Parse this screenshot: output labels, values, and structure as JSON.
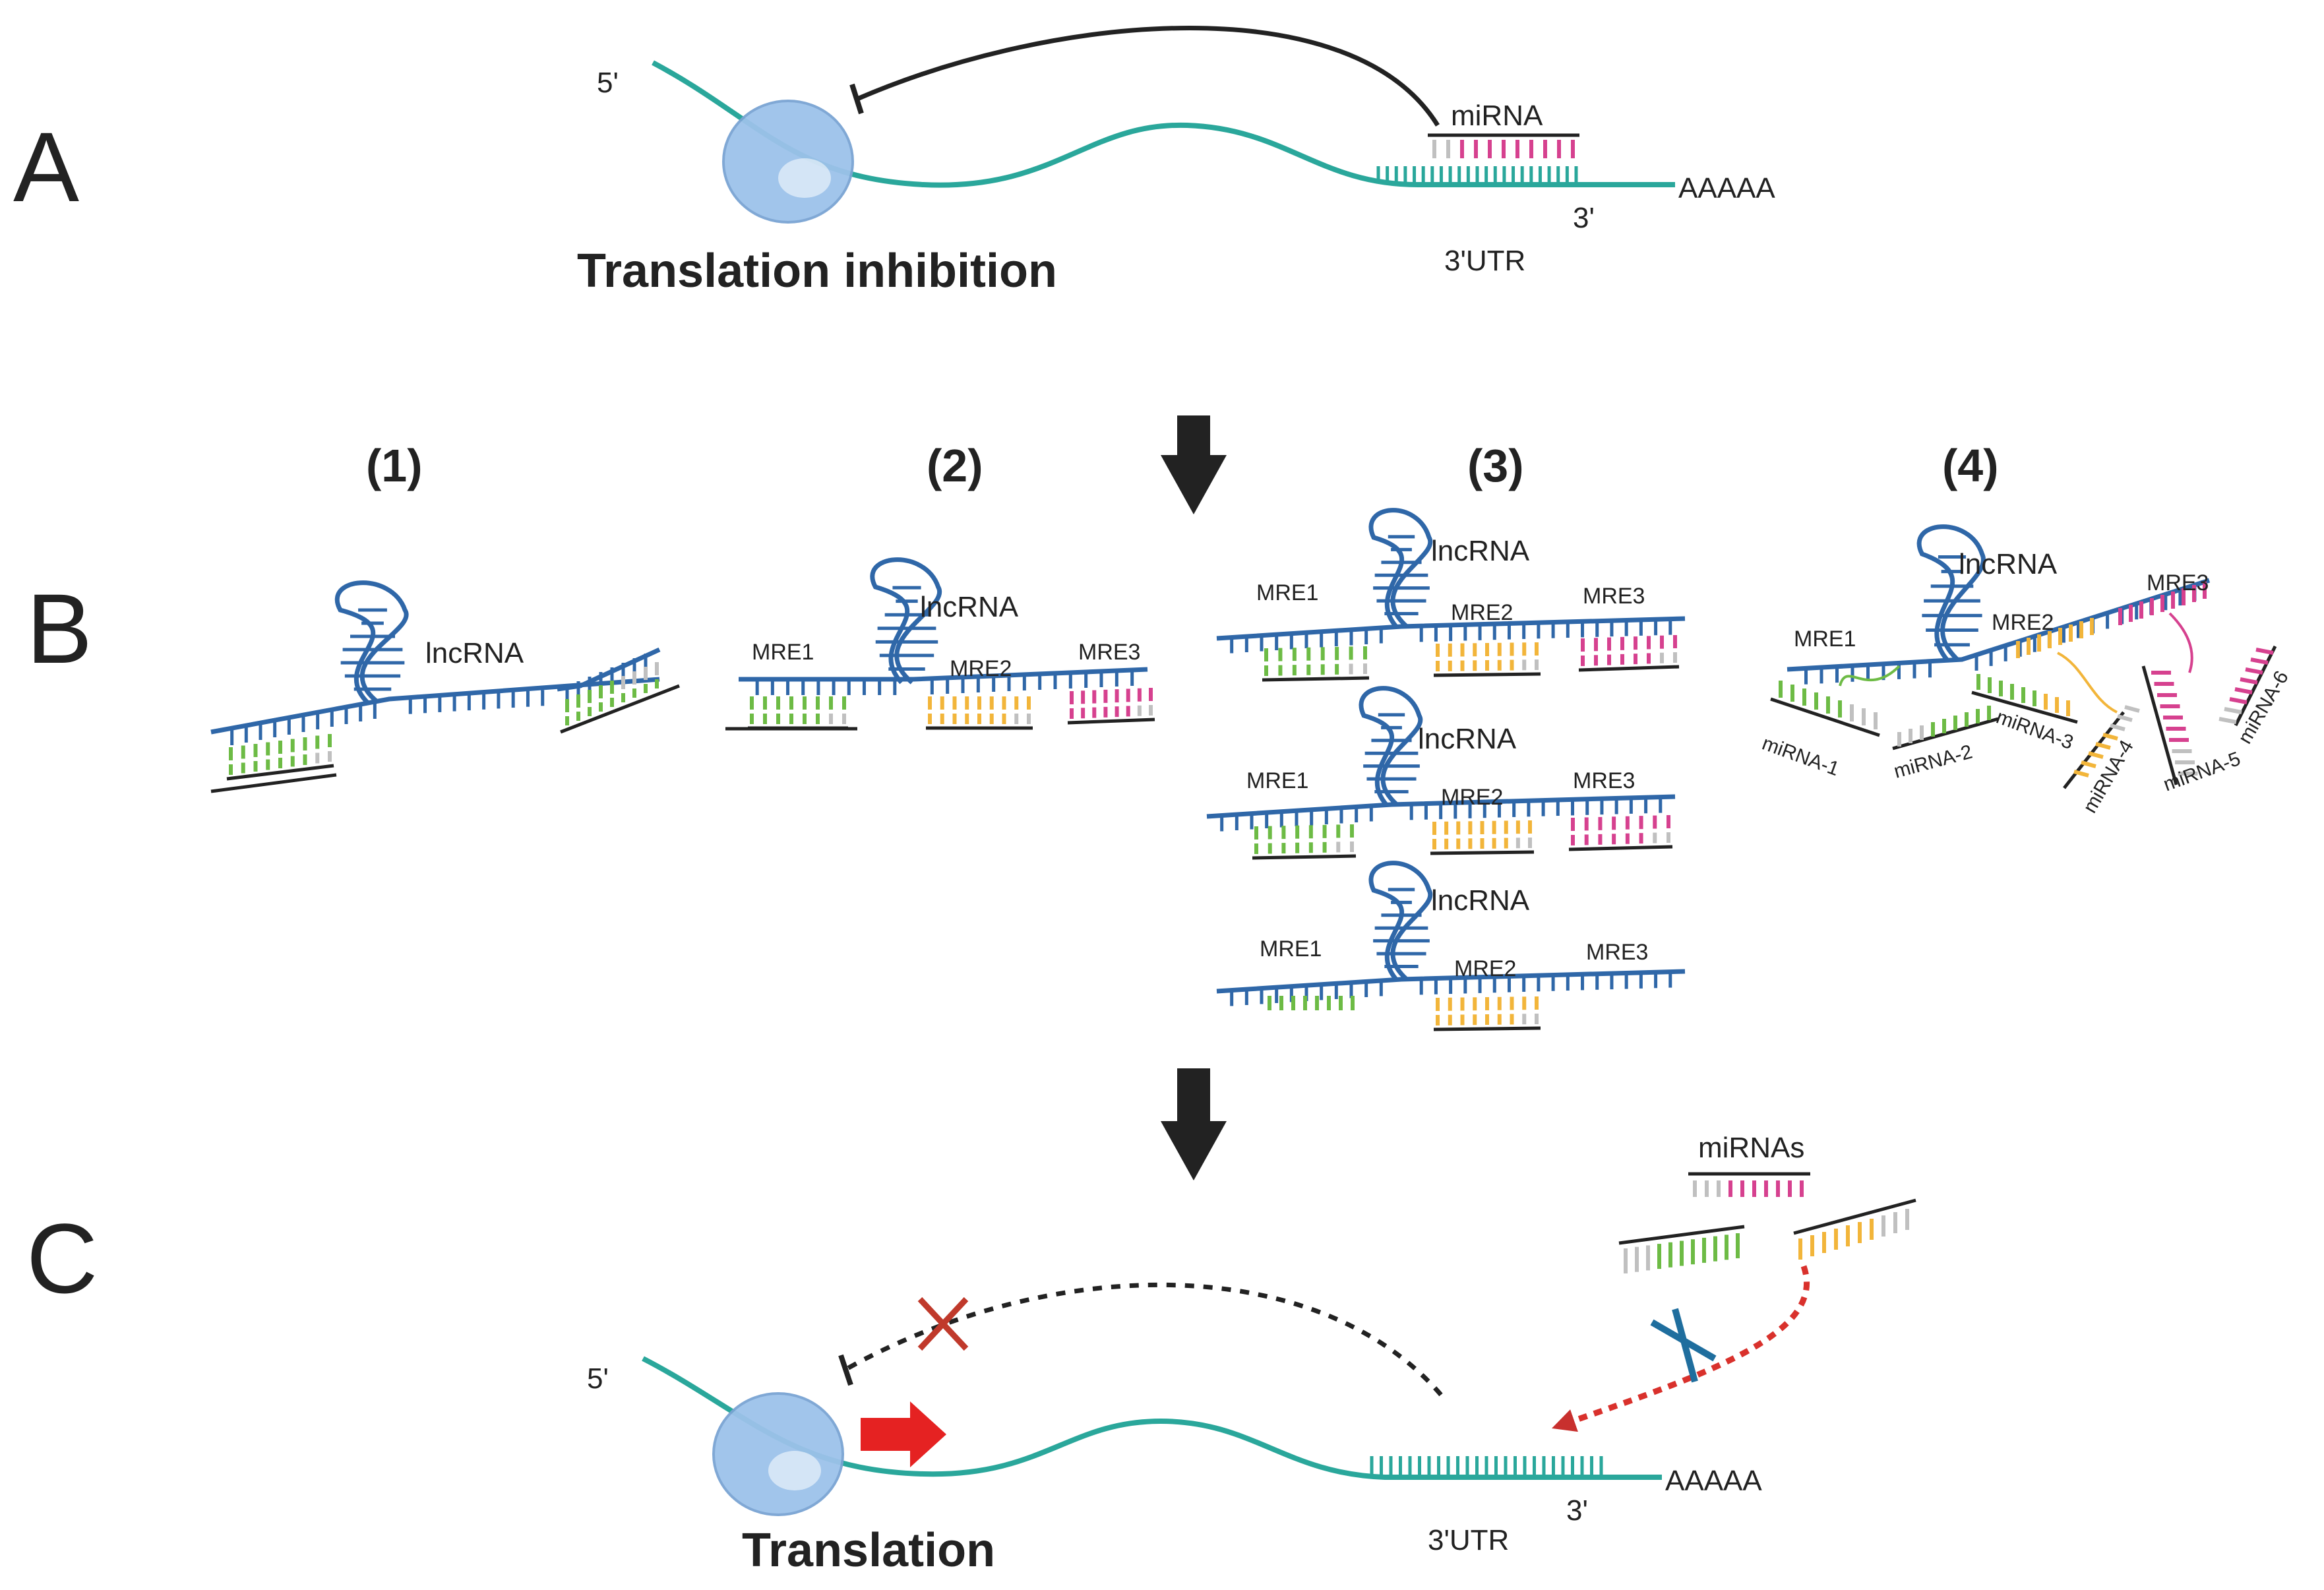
{
  "panels": {
    "a": {
      "letter": "A",
      "five_prime": "5'",
      "three_prime": "3'",
      "poly_a": "AAAAA",
      "utr": "3'UTR",
      "mirna": "miRNA",
      "title": "Translation inhibition"
    },
    "b": {
      "letter": "B",
      "lncrna": "lncRNA",
      "mre1": "MRE1",
      "mre2": "MRE2",
      "mre3": "MRE3",
      "numbers": [
        "(1)",
        "(2)",
        "(3)",
        "(4)"
      ],
      "mirnas": [
        "miRNA-1",
        "miRNA-2",
        "miRNA-3",
        "miRNA-4",
        "miRNA-5",
        "miRNA-6"
      ]
    },
    "c": {
      "letter": "C",
      "five_prime": "5'",
      "three_prime": "3'",
      "poly_a": "AAAAA",
      "utr": "3'UTR",
      "mirnas": "miRNAs",
      "title": "Translation"
    }
  },
  "colors": {
    "mrna": "#2aa79b",
    "lncrna": "#2f67a8",
    "green": "#6dbb45",
    "orange": "#f2b53a",
    "magenta": "#d6418f",
    "grey": "#c0c0c0",
    "ribosome": "#9cc2ea",
    "red": "#e02a2a",
    "cross_blue": "#1f6e9e",
    "dark": "#222222"
  }
}
